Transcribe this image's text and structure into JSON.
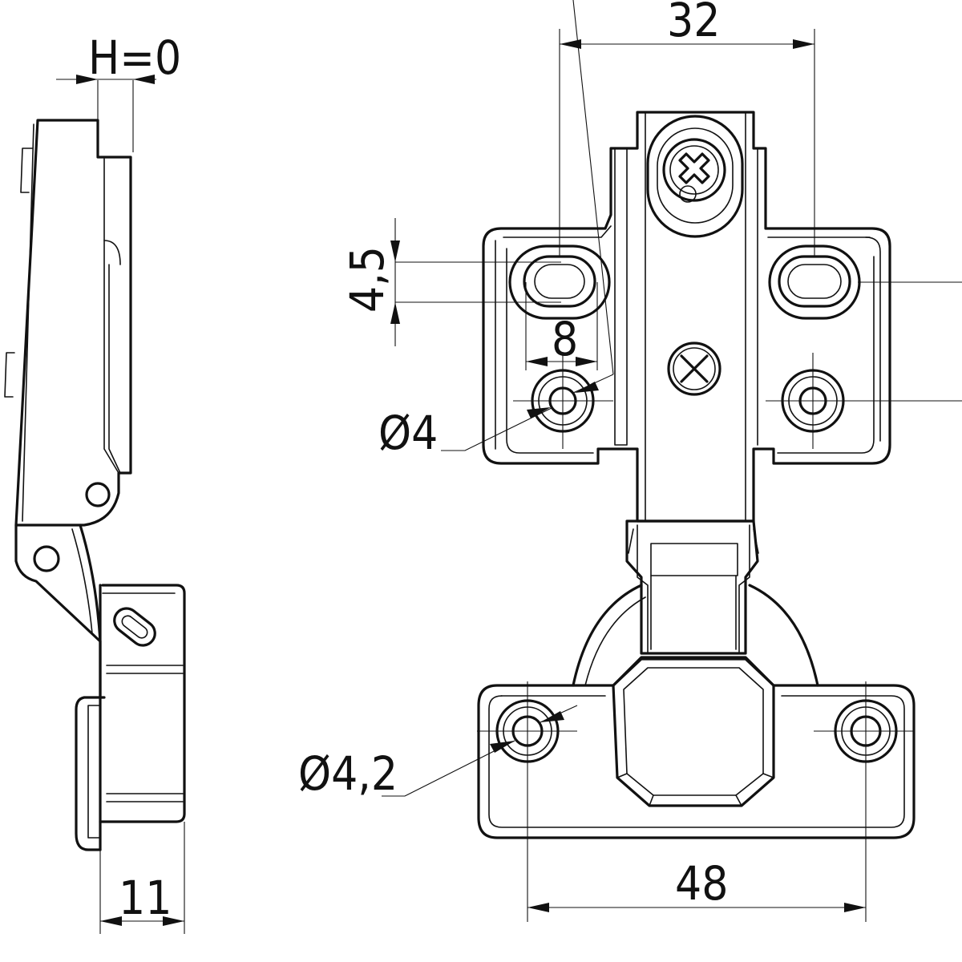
{
  "dimensions": {
    "overlay": "H=0",
    "hinge_thickness": "11",
    "hole_spacing_top": "32",
    "slot_height": "4,5",
    "slot_width": "8",
    "hole_diameter": "Ø4",
    "plate_hole_diameter": "Ø4,2",
    "plate_hole_spacing": "48"
  }
}
